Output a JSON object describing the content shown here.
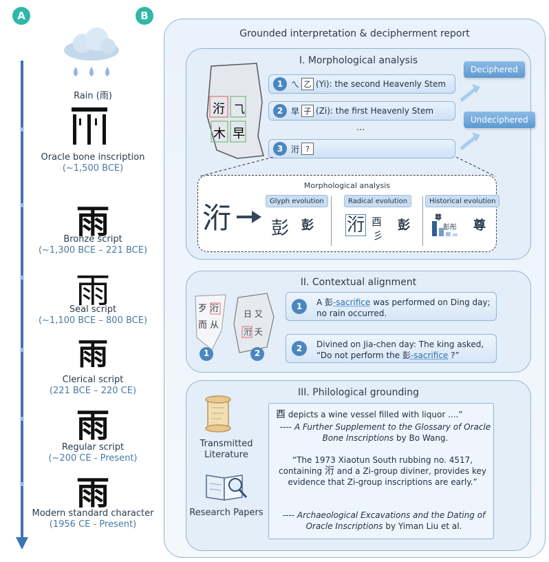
{
  "labels": {
    "a": "A",
    "b": "B"
  },
  "timeline": {
    "rain": "Rain (雨)",
    "stages": [
      {
        "glyph": "雨",
        "name": "Oracle bone inscription",
        "date": "(~1,500 BCE)"
      },
      {
        "glyph": "雨",
        "name": "Bronze script",
        "date": "(~1,300 BCE – 221 BCE)"
      },
      {
        "glyph": "雨",
        "name": "Seal script",
        "date": "(~1,100 BCE – 800 BCE)"
      },
      {
        "glyph": "雨",
        "name": "Clerical script",
        "date": "(221 BCE – 220 CE)"
      },
      {
        "glyph": "雨",
        "name": "Regular script",
        "date": "(~200 CE - Present)"
      },
      {
        "glyph": "雨",
        "name": "Modern standard character",
        "date": "(1956 CE - Present)"
      }
    ]
  },
  "report": {
    "title": "Grounded interpretation & decipherment report",
    "morph": {
      "title": "I. Morphological analysis",
      "items": [
        {
          "num": "1",
          "char": "乙",
          "text": "(Yi): the second Heavenly Stem"
        },
        {
          "num": "2",
          "char": "子",
          "text": "(Zi): the first Heavenly Stem"
        },
        {
          "num": "3",
          "char": "?",
          "text": ""
        }
      ],
      "ellipsis": "...",
      "deciphered": "Deciphered",
      "undeciphered": "Undeciphered",
      "detail": {
        "title": "Morphological analysis",
        "glyph_evolution": "Glyph evolution",
        "radical_evolution": "Radical evolution",
        "historical_evolution": "Historical evolution",
        "glyph_a": "彭",
        "glyph_b": "彭",
        "radical_a": "酉",
        "radical_b": "彡",
        "radical_c": "彭",
        "hist_a": "尊",
        "hist_b": "彭彤",
        "hist_c": "尊"
      }
    },
    "context": {
      "title": "II. Contextual alignment",
      "items": [
        {
          "num": "1",
          "pre": "A 彭",
          "link": "-sacrifice",
          "post": " was performed on Ding day; no rain occurred."
        },
        {
          "num": "2",
          "pre": "Divined on Jia-chen day: The king asked, “Do not perform the 彭",
          "link": "-sacrifice",
          "post": " ?”"
        }
      ],
      "img1": "1",
      "img2": "2"
    },
    "philo": {
      "title": "III. Philological grounding",
      "transmitted": "Transmitted Literature",
      "research": "Research Papers",
      "q1_text": " depicts a wine vessel filled with liquor ....”",
      "q1_dash": "----",
      "q1_source": "A Further Supplement to the Glossary of Oracle Bone Inscriptions",
      "q1_author": " by Bo Wang.",
      "q2_text_a": "“The 1973 Xiaotun South rubbing no. 4517, containing ",
      "q2_text_b": " and a Zi-group diviner, provides key evidence that Zi-group inscriptions are early.”",
      "q2_dash": "----",
      "q2_source": "Archaeological Excavations and the Dating of Oracle Inscriptions",
      "q2_author": " by Yiman Liu et al."
    }
  },
  "colors": {
    "accent": "#2fb7a9",
    "panel_border": "#8fb4d8",
    "timeline": "#3d73b0"
  }
}
